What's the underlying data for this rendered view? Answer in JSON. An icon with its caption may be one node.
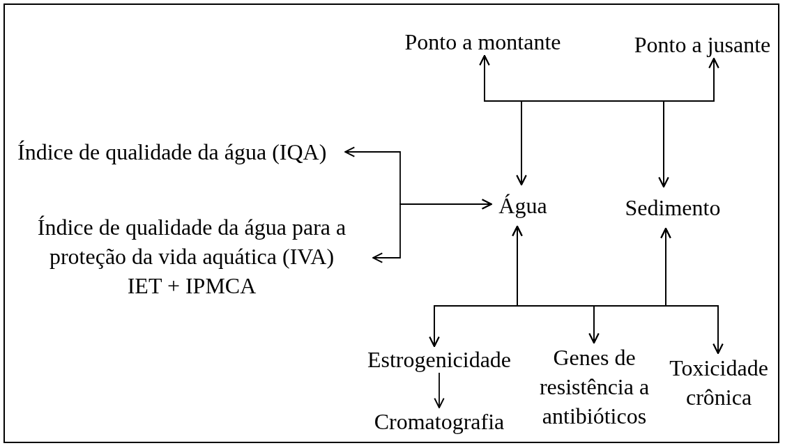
{
  "diagram": {
    "nodes": [
      {
        "text": [
          "Ponto a montante"
        ]
      },
      {
        "text": [
          "Ponto a jusante"
        ]
      },
      {
        "text": [
          "Índice de qualidade da água (IQA)"
        ]
      },
      {
        "text": [
          "Índice de qualidade da água para a proteção da vida aquática (IVA)",
          "IET + IPMCA"
        ]
      },
      {
        "text": [
          "Água"
        ]
      },
      {
        "text": [
          "Sedimento"
        ]
      },
      {
        "text": [
          "Estrogenicidade"
        ]
      },
      {
        "text": [
          "Genes de resistência a antibióticos"
        ]
      },
      {
        "text": [
          "Toxicidade crônica"
        ]
      },
      {
        "text": [
          "Cromatografia"
        ]
      }
    ],
    "edges": [
      {
        "from": 4,
        "to": 0,
        "arrow": "both"
      },
      {
        "from": 4,
        "to": 1,
        "arrow": "both"
      },
      {
        "from": 5,
        "to": 0,
        "arrow": "both"
      },
      {
        "from": 5,
        "to": 1,
        "arrow": "both"
      },
      {
        "from": 2,
        "to": 4,
        "arrow": "both"
      },
      {
        "from": 3,
        "to": 4,
        "arrow": "both"
      },
      {
        "from": 4,
        "to": 6,
        "arrow": "both"
      },
      {
        "from": 4,
        "to": 7,
        "arrow": "both"
      },
      {
        "from": 4,
        "to": 8,
        "arrow": "both"
      },
      {
        "from": 5,
        "to": 6,
        "arrow": "both"
      },
      {
        "from": 5,
        "to": 7,
        "arrow": "both"
      },
      {
        "from": 5,
        "to": 8,
        "arrow": "both"
      },
      {
        "from": 6,
        "to": 9,
        "arrow": "to"
      }
    ]
  }
}
